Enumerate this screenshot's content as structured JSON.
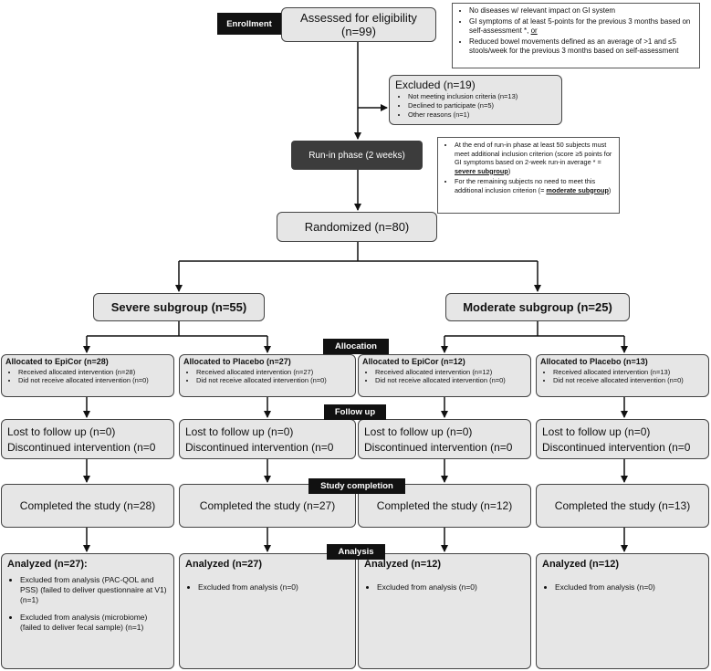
{
  "enrollment": {
    "label": "Enrollment",
    "assessed": "Assessed for eligibility (n=99)",
    "criteria": [
      "No diseases w/ relevant impact on GI system",
      "GI symptoms of at least 5-points for the previous 3 months based on self-assessment *,",
      "or",
      "Reduced bowel movements defined as an average of >1 and ≤5 stools/week for the previous 3 months based on self-assessment"
    ]
  },
  "excluded": {
    "title": "Excluded (n=19)",
    "items": [
      "Not meeting inclusion criteria (n=13)",
      "Declined to participate (n=5)",
      "Other reasons (n=1)"
    ]
  },
  "runin": {
    "label": "Run-in phase (2 weeks)",
    "notes": {
      "n1_pre": "At the end of run-in phase at least 50 subjects must meet additional inclusion criterion (score ≥5 points for GI symptoms based on 2-week run-in average * =",
      "n1_link": "severe subgroup",
      "n1_post": ")",
      "n2_pre": "For the remaining subjects no need to meet this additional inclusion criterion (=",
      "n2_link": "moderate subgroup",
      "n2_post": ")"
    }
  },
  "randomized": "Randomized (n=80)",
  "subgroups": {
    "severe": "Severe subgroup (n=55)",
    "moderate": "Moderate subgroup (n=25)"
  },
  "stages": {
    "allocation": "Allocation",
    "followup": "Follow up",
    "completion": "Study completion",
    "analysis": "Analysis"
  },
  "arms": [
    {
      "alloc_title": "Allocated to EpiCor (n=28)",
      "alloc_items": [
        "Received allocated intervention (n=28)",
        "Did not receive allocated intervention (n=0)"
      ],
      "lost": "Lost to follow up (n=0)",
      "disc": "Discontinued intervention (n=0",
      "completed": "Completed the study (n=28)",
      "analyzed": "Analyzed (n=27):",
      "analysis_items": [
        "Excluded from analysis (PAC-QOL and PSS) (failed to deliver questionnaire at V1) (n=1)",
        "Excluded from analysis (microbiome) (failed to deliver fecal sample) (n=1)"
      ]
    },
    {
      "alloc_title": "Allocated to Placebo (n=27)",
      "alloc_items": [
        "Received allocated intervention (n=27)",
        "Did not receive allocated intervention (n=0)"
      ],
      "lost": "Lost to follow up (n=0)",
      "disc": "Discontinued intervention (n=0",
      "completed": "Completed the study (n=27)",
      "analyzed": "Analyzed (n=27)",
      "analysis_items": [
        "Excluded from analysis (n=0)"
      ]
    },
    {
      "alloc_title": "Allocated to EpiCor (n=12)",
      "alloc_items": [
        "Received allocated intervention (n=12)",
        "Did not receive allocated intervention (n=0)"
      ],
      "lost": "Lost to follow up (n=0)",
      "disc": "Discontinued intervention (n=0",
      "completed": "Completed the study (n=12)",
      "analyzed": "Analyzed (n=12)",
      "analysis_items": [
        "Excluded from analysis (n=0)"
      ]
    },
    {
      "alloc_title": "Allocated to Placebo (n=13)",
      "alloc_items": [
        "Received allocated intervention (n=13)",
        "Did not receive allocated intervention (n=0)"
      ],
      "lost": "Lost to follow up (n=0)",
      "disc": "Discontinued intervention (n=0",
      "completed": "Completed the study (n=13)",
      "analyzed": "Analyzed (n=12)",
      "analysis_items": [
        "Excluded from analysis (n=0)"
      ]
    }
  ]
}
